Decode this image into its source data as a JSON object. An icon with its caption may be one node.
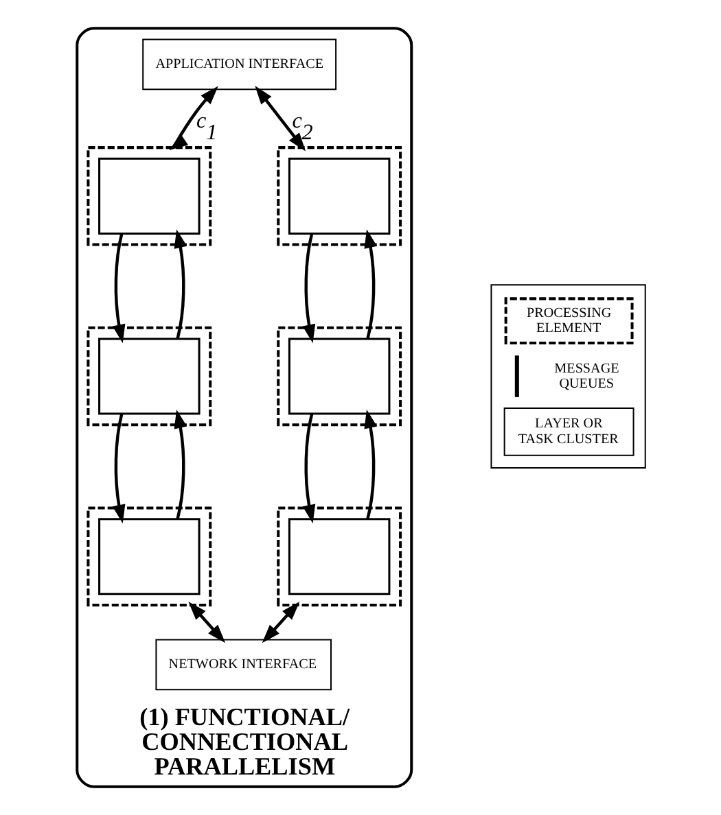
{
  "diagram": {
    "nodes": [
      {
        "text": [
          "(1) FUNCTIONAL/ CONNECTIONAL PARALLELISM"
        ]
      },
      {
        "text": [
          "APPLICATION INTERFACE"
        ],
        "in": 0
      },
      {
        "text": [],
        "shape": "box",
        "in": 0
      },
      {
        "text": [],
        "shape": "box",
        "in": 2
      },
      {
        "text": [],
        "shape": "box",
        "in": 0
      },
      {
        "text": [],
        "shape": "box",
        "in": 4
      },
      {
        "text": [],
        "shape": "box",
        "in": 0
      },
      {
        "text": [],
        "shape": "box",
        "in": 6
      },
      {
        "text": [],
        "shape": "box",
        "in": 0
      },
      {
        "text": [],
        "shape": "box",
        "in": 8
      },
      {
        "text": [],
        "shape": "box",
        "in": 0
      },
      {
        "text": [],
        "shape": "box",
        "in": 10
      },
      {
        "text": [],
        "shape": "box",
        "in": 0
      },
      {
        "text": [],
        "shape": "box",
        "in": 12
      },
      {
        "text": [
          "NETWORK INTERFACE"
        ],
        "in": 0
      }
    ],
    "edges": [
      {
        "from": 1,
        "to": 2,
        "arrow": "both",
        "label": "c$_{1}$"
      },
      {
        "from": 1,
        "to": 8,
        "arrow": "both",
        "label": "c$_{2}$"
      },
      {
        "from": 3,
        "to": 5,
        "arrow": "to"
      },
      {
        "from": 5,
        "to": 3,
        "arrow": "to"
      },
      {
        "from": 5,
        "to": 7,
        "arrow": "to"
      },
      {
        "from": 7,
        "to": 5,
        "arrow": "to"
      },
      {
        "from": 9,
        "to": 11,
        "arrow": "to"
      },
      {
        "from": 11,
        "to": 9,
        "arrow": "to"
      },
      {
        "from": 11,
        "to": 13,
        "arrow": "to"
      },
      {
        "from": 13,
        "to": 11,
        "arrow": "to"
      },
      {
        "from": 6,
        "to": 14,
        "arrow": "both"
      },
      {
        "from": 12,
        "to": 14,
        "arrow": "both"
      }
    ],
    "legend": [
      {
        "text": "PROCESSING ELEMENT"
      },
      {
        "text": "MESSAGE QUEUES"
      },
      {
        "text": "LAYER OR TASK CLUSTER"
      }
    ]
  }
}
